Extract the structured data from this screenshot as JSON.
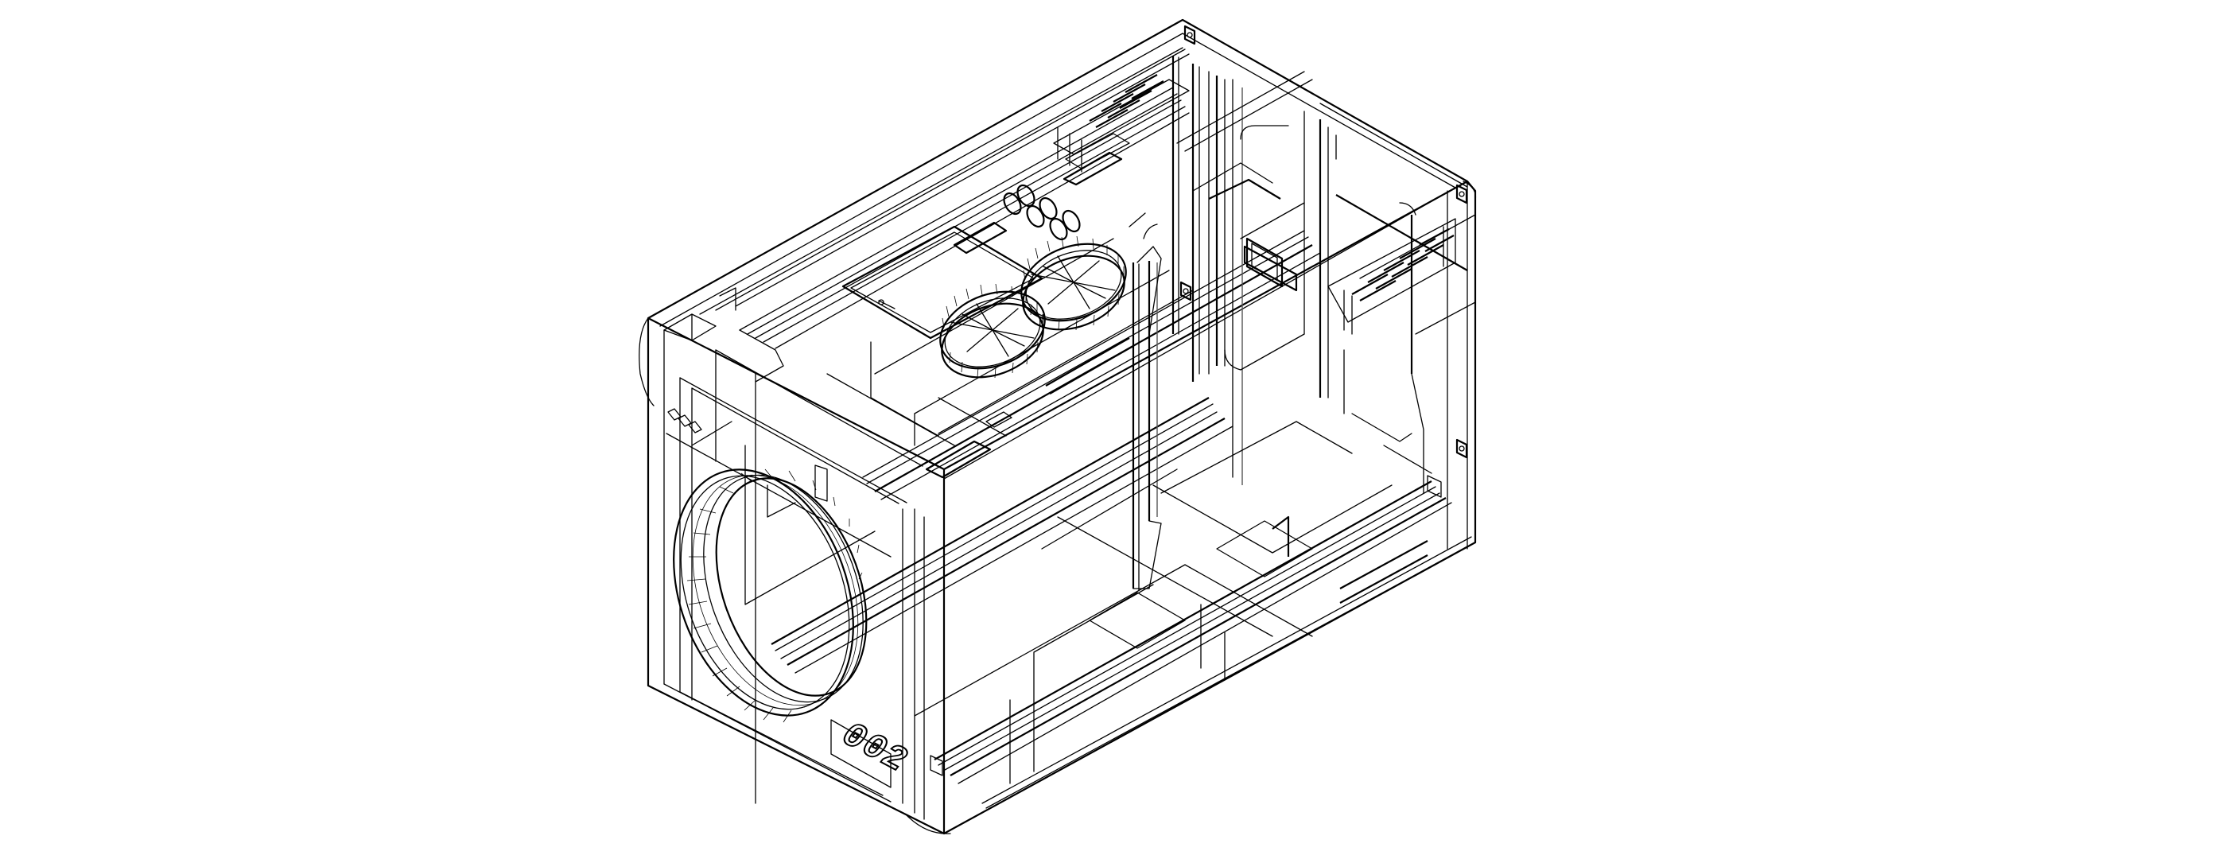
{
  "drawing": {
    "title": "Isometric wireframe of enclosure",
    "background": "#ffffff",
    "line_color": "#000000",
    "front_label": "002",
    "front_indicator_count": 3,
    "components": [
      {
        "name": "outer-case"
      },
      {
        "name": "front-ring-opening"
      },
      {
        "name": "top-fan-left"
      },
      {
        "name": "top-fan-right"
      },
      {
        "name": "top-port-circles",
        "count": 6
      },
      {
        "name": "vent-grille-top"
      },
      {
        "name": "vent-grille-right"
      },
      {
        "name": "bottom-rail"
      },
      {
        "name": "center-post"
      },
      {
        "name": "mount-bracket",
        "count": 4
      }
    ]
  }
}
